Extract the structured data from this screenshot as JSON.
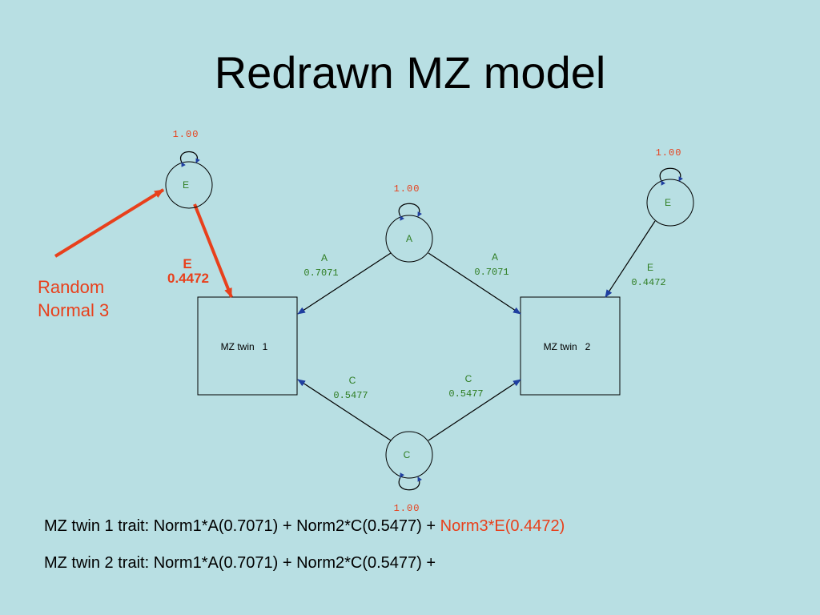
{
  "title": "Redrawn MZ model",
  "colors": {
    "background": "#b8dfe3",
    "highlight": "#e8401c",
    "label_green": "#2e7d22",
    "variance_red": "#e8401c",
    "arrow_blue": "#1f3fa0"
  },
  "diagram": {
    "nodes": {
      "E1": "E",
      "E2": "E",
      "A": "A",
      "C": "C",
      "twin1": "MZ twin   1",
      "twin2": "MZ twin   2"
    },
    "variances": {
      "E1": "1.00",
      "E2": "1.00",
      "A": "1.00",
      "C": "1.00"
    },
    "paths": {
      "E1_to_twin1": {
        "name": "E",
        "value": "0.4472"
      },
      "A_to_twin1": {
        "name": "A",
        "value": "0.7071"
      },
      "A_to_twin2": {
        "name": "A",
        "value": "0.7071"
      },
      "C_to_twin1": {
        "name": "C",
        "value": "0.5477"
      },
      "C_to_twin2": {
        "name": "C",
        "value": "0.5477"
      },
      "E2_to_twin2": {
        "name": "E",
        "value": "0.4472"
      }
    },
    "annotation": {
      "line1": "Random",
      "line2": "Normal 3"
    }
  },
  "formulas": {
    "twin1": {
      "prefix": "MZ twin 1 trait: Norm1*A(0.7071) + Norm2*C(0.5477) + ",
      "highlight": "Norm3*E(0.4472)"
    },
    "twin2": {
      "prefix": "MZ twin 2 trait: Norm1*A(0.7071) + Norm2*C(0.5477) +"
    }
  }
}
